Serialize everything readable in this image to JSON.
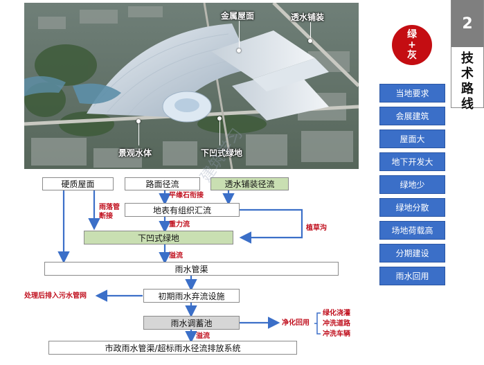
{
  "photo": {
    "labels": {
      "metal_roof": "金属屋面",
      "permeable_paving": "透水铺装",
      "landscape_water": "景观水体",
      "sunken_green": "下凹式绿地"
    }
  },
  "flow": {
    "hard_roof": "硬质屋面",
    "road_runoff": "路面径流",
    "permeable_runoff": "透水铺装径流",
    "curb_connection": "平缘石衔接",
    "surface_collection": "地表有组织汇流",
    "downspout_disconnect": "雨落管\n断接",
    "grass_swale": "植草沟",
    "gravity_flow": "重力流",
    "sunken_green": "下凹式绿地",
    "overflow_1": "溢流",
    "storm_pipe": "雨水管渠",
    "to_sewer": "处理后排入污水管网",
    "first_flush": "初期雨水弃流设施",
    "storage_tank": "雨水调蓄池",
    "purify_reuse": "净化回用",
    "reuse_targets": [
      "绿化浇灌",
      "冲洗道路",
      "冲洗车辆"
    ],
    "overflow_2": "溢流",
    "municipal": "市政雨水管渠/超标雨水径流排放系统"
  },
  "badge": {
    "line1": "绿",
    "line2": "+",
    "line3": "灰"
  },
  "section": {
    "number": "2",
    "title_chars": [
      "技",
      "术",
      "路",
      "线"
    ]
  },
  "tags": [
    "当地要求",
    "会展建筑",
    "屋面大",
    "地下开发大",
    "绿地少",
    "绿地分散",
    "场地荷载高",
    "分期建设",
    "雨水回用"
  ],
  "colors": {
    "arrow_blue": "#3b6fc8",
    "label_red": "#c0101e",
    "badge_red": "#c40d12",
    "tag_blue": "#3b6fc8",
    "green_box": "#c9dfb2"
  },
  "watermark": "建筑学习"
}
